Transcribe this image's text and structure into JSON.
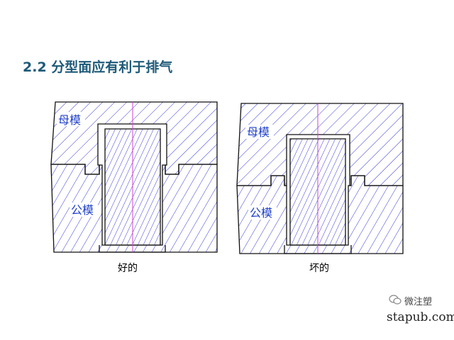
{
  "heading": "2.2 分型面应有利于排气",
  "panels": [
    {
      "top_mold": "母模",
      "bottom_mold": "公模",
      "caption": "好的"
    },
    {
      "top_mold": "母模",
      "bottom_mold": "公模",
      "caption": "坏的"
    }
  ],
  "watermark": {
    "brand": "微注塑",
    "url": "stapub.com"
  },
  "colors": {
    "outline": "#111111",
    "hatch": "#3a3ad8",
    "centerline": "#d040d0",
    "heading": "#1e5a78"
  }
}
